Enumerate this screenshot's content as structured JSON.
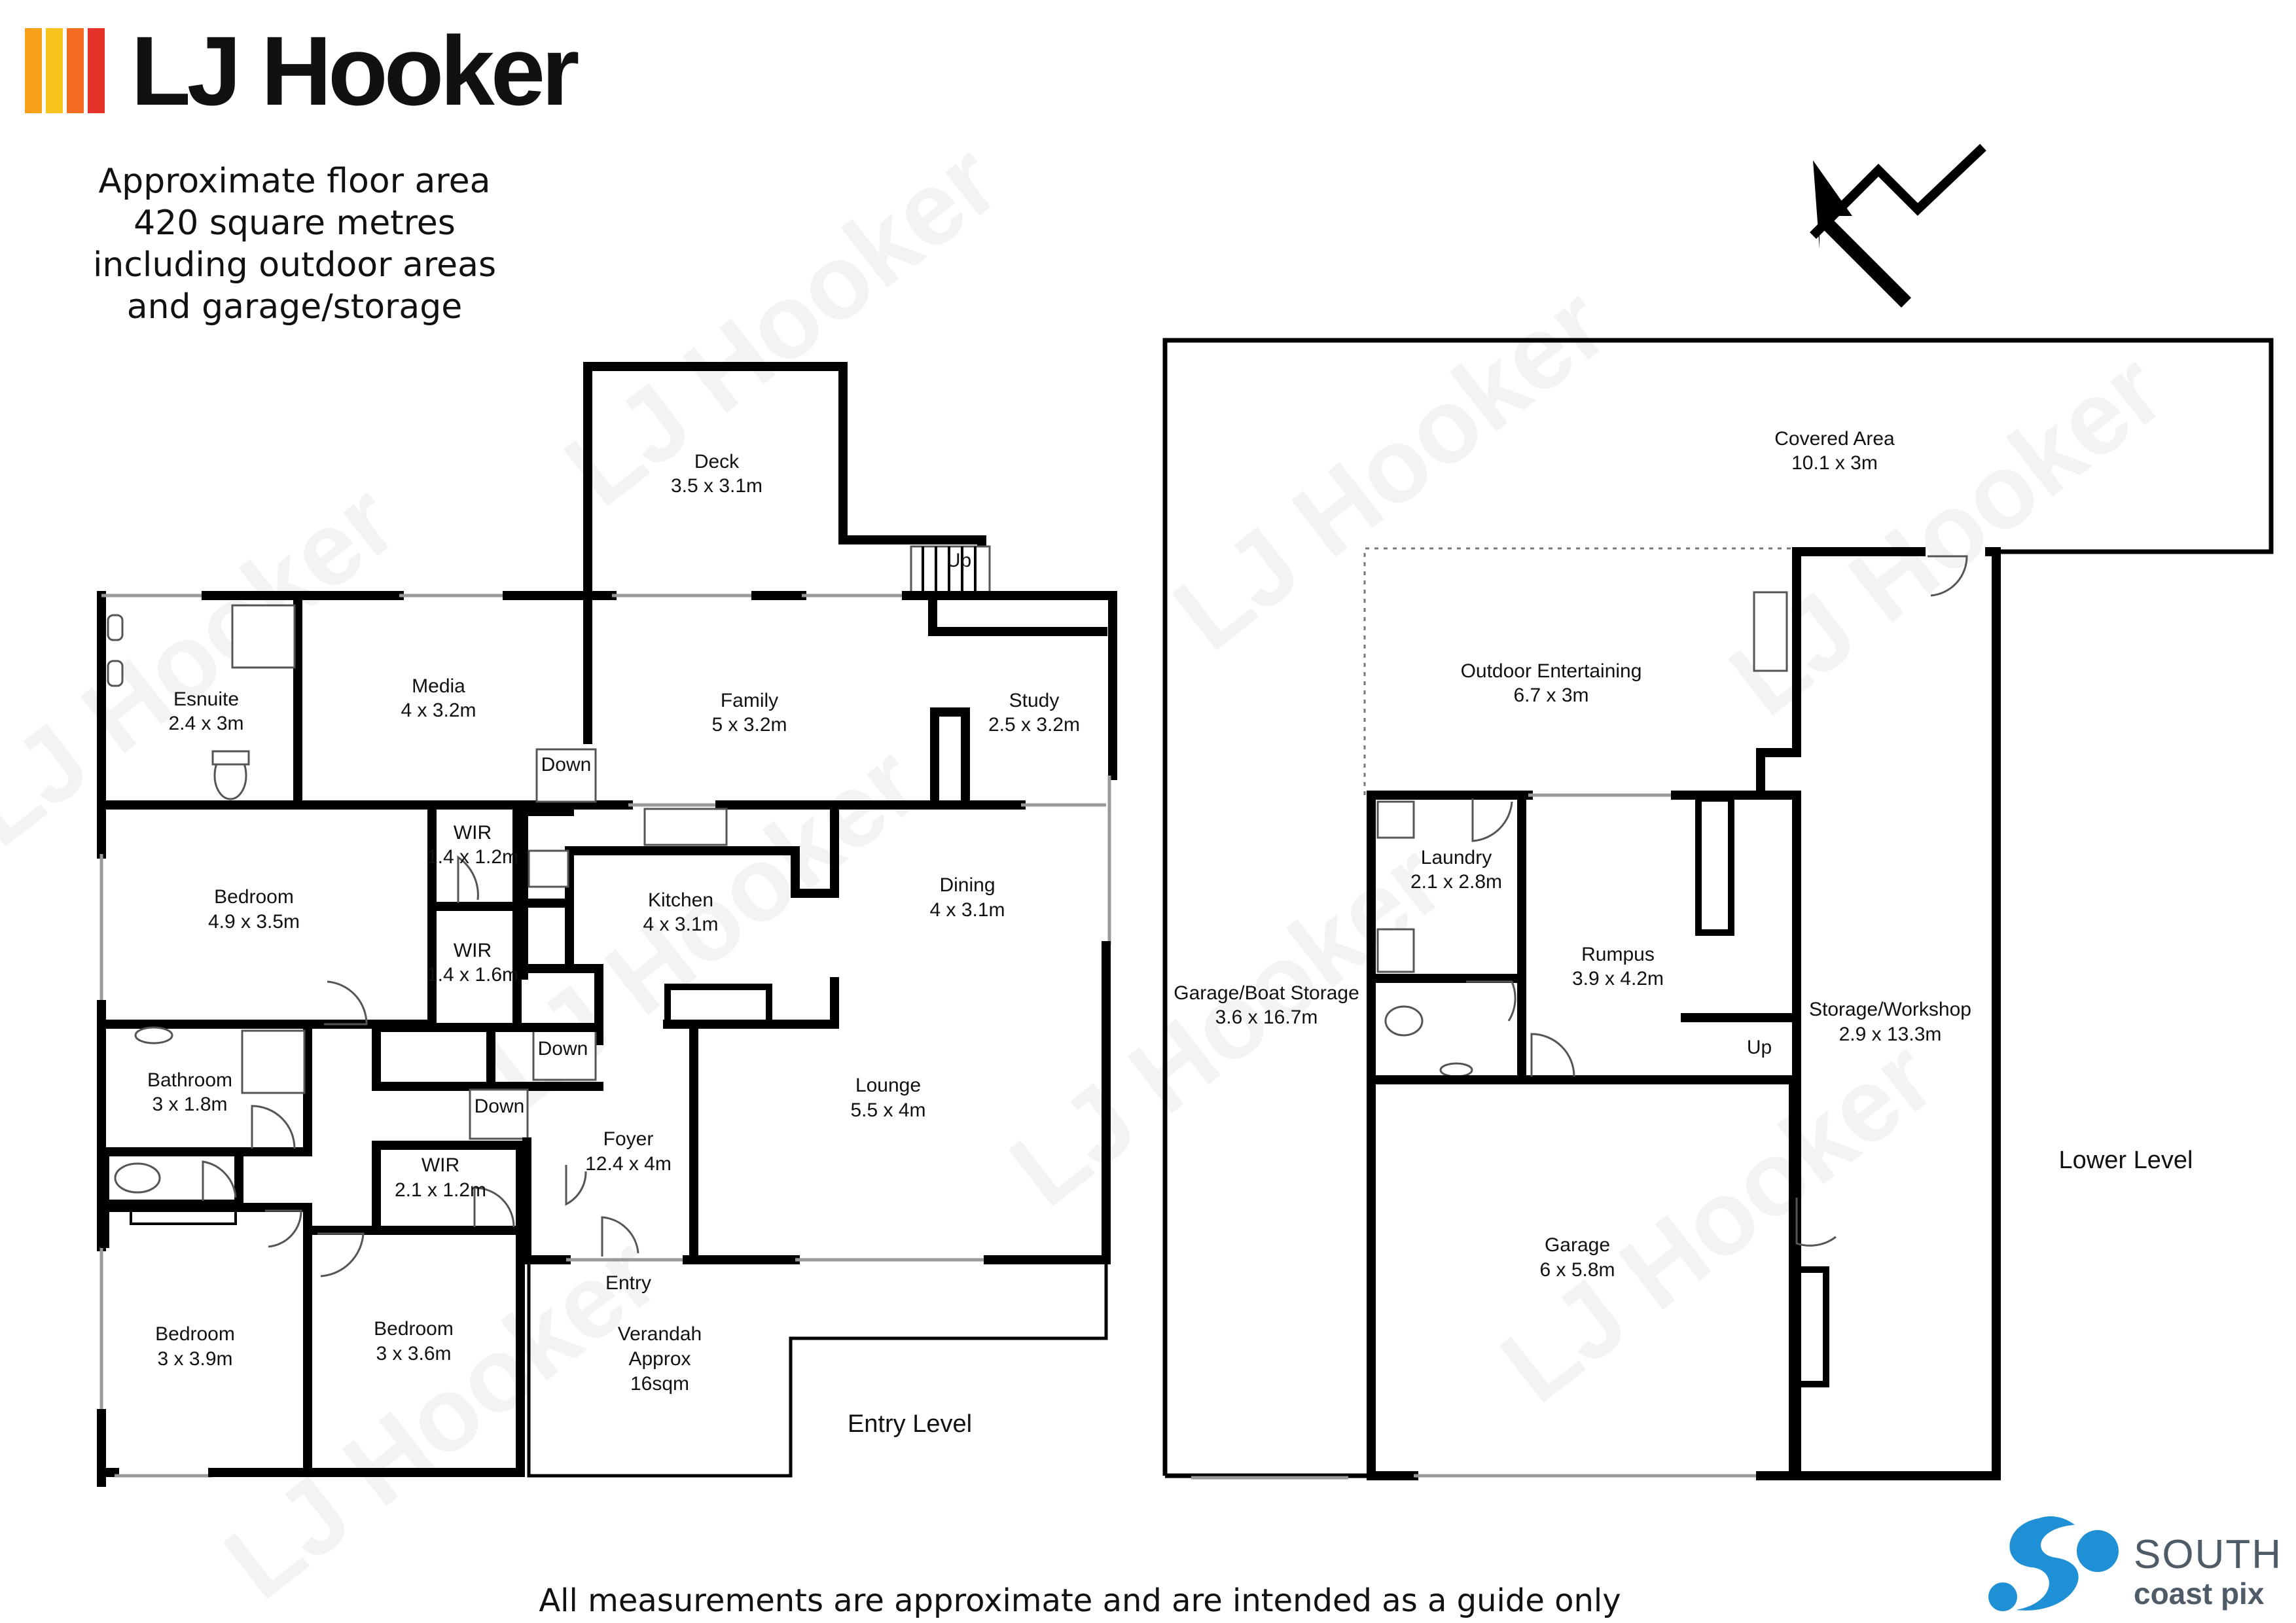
{
  "brand": {
    "name": "LJ Hooker",
    "stripe_colors": [
      "#f6a01a",
      "#f7c51e",
      "#f26b21",
      "#e6332a"
    ]
  },
  "floor_area": {
    "line1": "Approximate floor area",
    "line2": "420 square metres",
    "line3": "including outdoor areas",
    "line4": "and garage/storage"
  },
  "levels": {
    "entry": "Entry Level",
    "lower": "Lower Level"
  },
  "rooms": {
    "deck": {
      "name": "Deck",
      "size": "3.5 x 3.1m"
    },
    "up_stair": {
      "name": "Up"
    },
    "esnuite": {
      "name": "Esnuite",
      "size": "2.4 x 3m"
    },
    "media": {
      "name": "Media",
      "size": "4 x 3.2m"
    },
    "family": {
      "name": "Family",
      "size": "5 x 3.2m"
    },
    "study": {
      "name": "Study",
      "size": "2.5 x 3.2m"
    },
    "down1": {
      "name": "Down"
    },
    "wir1": {
      "name": "WIR",
      "size": "1.4 x 1.2m"
    },
    "wir2": {
      "name": "WIR",
      "size": "1.4 x 1.6m"
    },
    "bedroom1": {
      "name": "Bedroom",
      "size": "4.9 x 3.5m"
    },
    "kitchen": {
      "name": "Kitchen",
      "size": "4 x 3.1m"
    },
    "dining": {
      "name": "Dining",
      "size": "4 x 3.1m"
    },
    "down2": {
      "name": "Down"
    },
    "down3": {
      "name": "Down"
    },
    "bathroom": {
      "name": "Bathroom",
      "size": "3 x 1.8m"
    },
    "lounge": {
      "name": "Lounge",
      "size": "5.5 x 4m"
    },
    "foyer": {
      "name": "Foyer",
      "size": "12.4 x 4m"
    },
    "wir3": {
      "name": "WIR",
      "size": "2.1 x 1.2m"
    },
    "entry": {
      "name": "Entry"
    },
    "bedroom2": {
      "name": "Bedroom",
      "size": "3 x 3.9m"
    },
    "bedroom3": {
      "name": "Bedroom",
      "size": "3 x 3.6m"
    },
    "verandah": {
      "name": "Verandah",
      "line2": "Approx",
      "size": "16sqm"
    },
    "covered": {
      "name": "Covered Area",
      "size": "10.1 x 3m"
    },
    "outdoor": {
      "name": "Outdoor Entertaining",
      "size": "6.7 x 3m"
    },
    "laundry": {
      "name": "Laundry",
      "size": "2.1 x 2.8m"
    },
    "rumpus": {
      "name": "Rumpus",
      "size": "3.9 x 4.2m"
    },
    "up2": {
      "name": "Up"
    },
    "garage_boat": {
      "name": "Garage/Boat Storage",
      "size": "3.6 x 16.7m"
    },
    "storage": {
      "name": "Storage/Workshop",
      "size": "2.9 x 13.3m"
    },
    "garage": {
      "name": "Garage",
      "size": "6 x 5.8m"
    }
  },
  "watermark": "LJ Hooker",
  "footer": "All measurements are approximate and are intended as a guide only",
  "photographer": {
    "line1": "SOUTH",
    "line2": "coast pix",
    "color": "#1f8fd6"
  }
}
